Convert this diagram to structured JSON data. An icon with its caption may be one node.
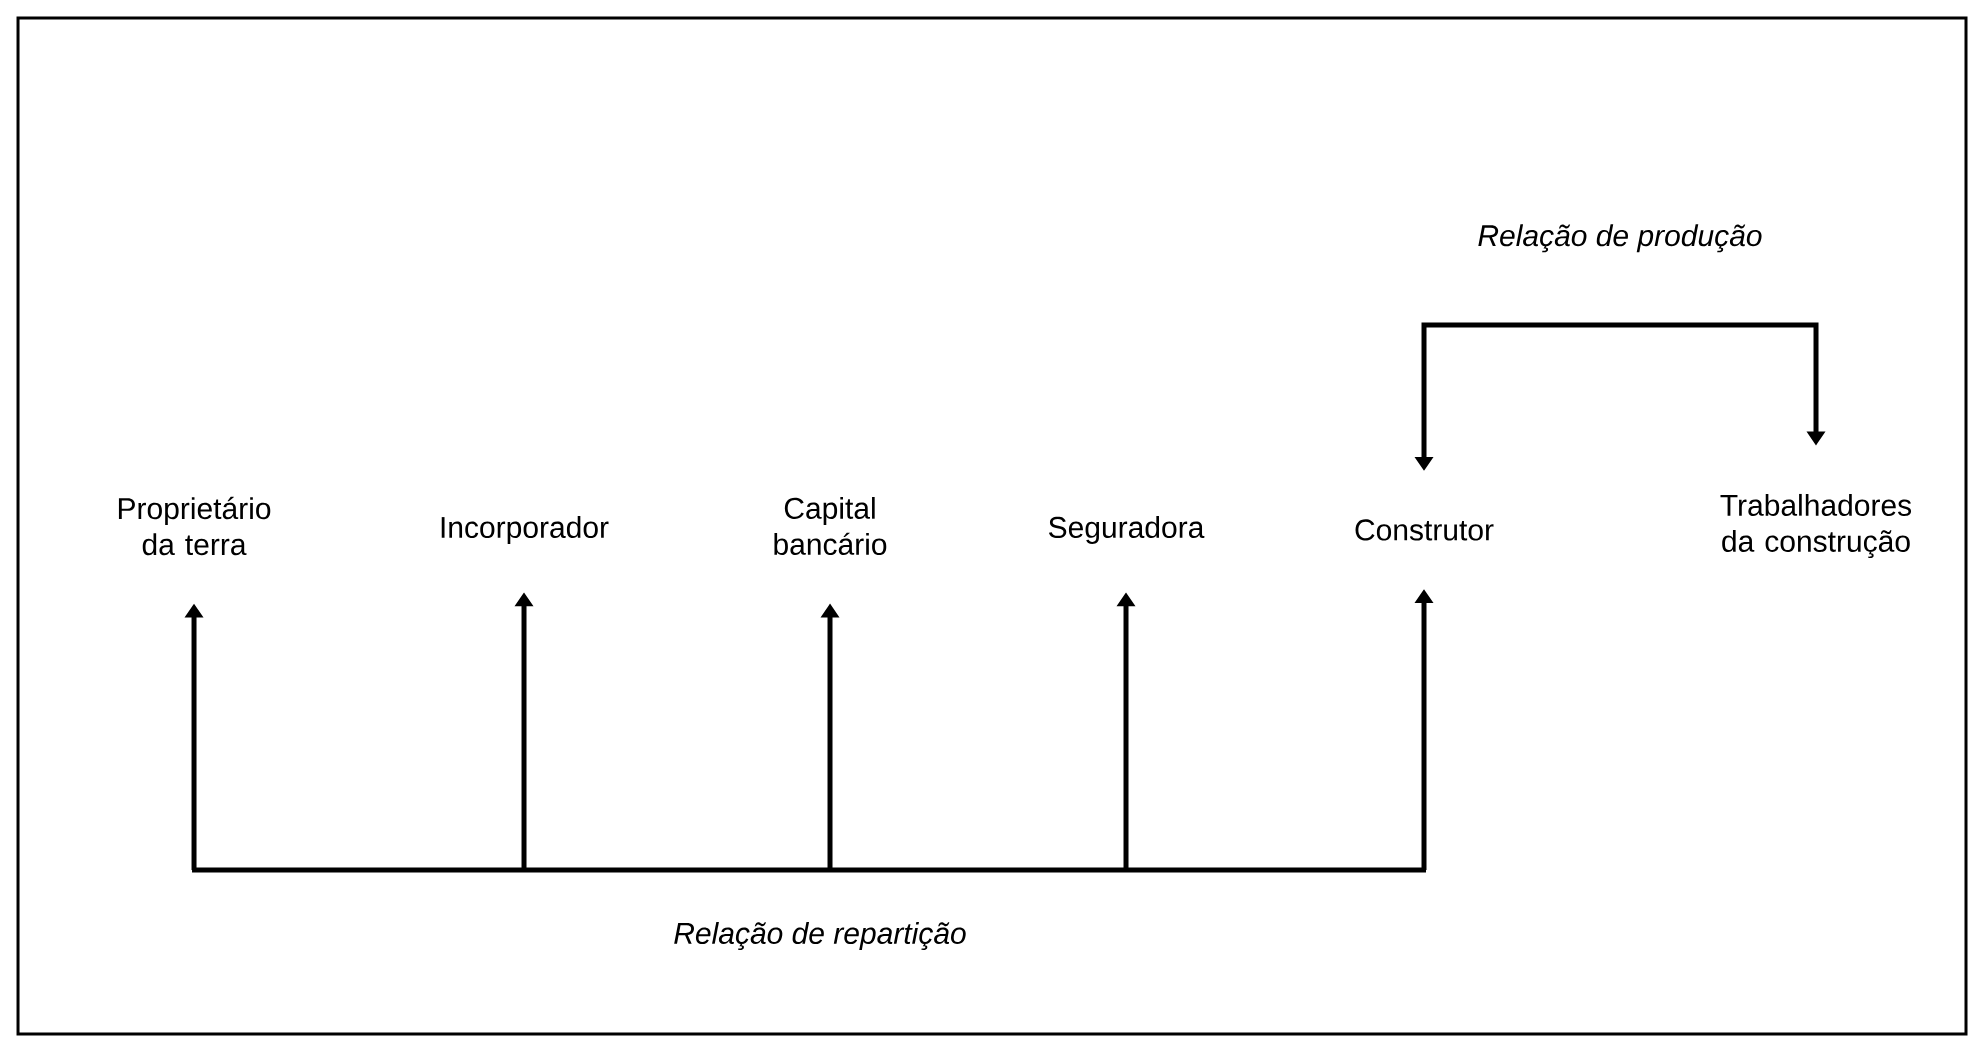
{
  "diagram": {
    "nodes": [
      {
        "text": [
          "Proprietário da terra"
        ]
      },
      {
        "text": [
          "Incorporador"
        ]
      },
      {
        "text": [
          "Capital bancário"
        ]
      },
      {
        "text": [
          "Seguradora"
        ]
      },
      {
        "text": [
          "Construtor"
        ]
      },
      {
        "text": [
          "Trabalhadores da construção"
        ]
      }
    ],
    "edges": [
      {
        "from": null,
        "to": 0,
        "arrow": "to"
      },
      {
        "from": null,
        "to": 1,
        "arrow": "to"
      },
      {
        "from": null,
        "to": 2,
        "arrow": "to"
      },
      {
        "from": null,
        "to": 3,
        "arrow": "to"
      },
      {
        "from": null,
        "to": 4,
        "arrow": "to"
      },
      {
        "from": 4,
        "to": 5,
        "arrow": "both",
        "label": "Relação de produção"
      }
    ],
    "labels": [
      "Relação de repartição"
    ]
  }
}
